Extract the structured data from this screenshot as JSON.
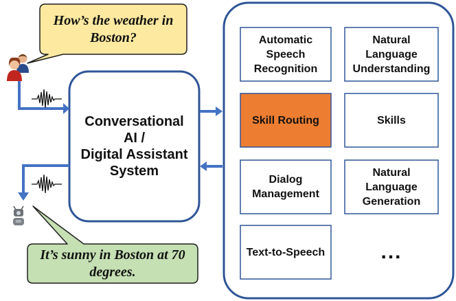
{
  "user_bubble": {
    "text": "How’s the weather in\nBoston?"
  },
  "assistant_bubble": {
    "text": "It’s sunny in Boston at 70\ndegrees."
  },
  "center_box": {
    "title": "Conversational\nAI /\nDigital Assistant\nSystem"
  },
  "components": [
    {
      "label": "Automatic\nSpeech\nRecognition",
      "highlight": false
    },
    {
      "label": "Natural\nLanguage\nUnderstanding",
      "highlight": false
    },
    {
      "label": "Skill Routing",
      "highlight": true
    },
    {
      "label": "Skills",
      "highlight": false
    },
    {
      "label": "Dialog\nManagement",
      "highlight": false
    },
    {
      "label": "Natural\nLanguage\nGeneration",
      "highlight": false
    },
    {
      "label": "Text-to-Speech",
      "highlight": false
    },
    {
      "label": "...",
      "highlight": false
    }
  ],
  "icons": {
    "users": "users-icon",
    "robot": "robot-icon",
    "waveform": "sound-wave-icon"
  },
  "colors": {
    "arrow": "#4472c4",
    "box_border": "#2f5597",
    "highlight_fill": "#ed7d31",
    "user_bubble_fill": "#fde9a0",
    "assistant_bubble_fill": "#c5e0b3"
  }
}
